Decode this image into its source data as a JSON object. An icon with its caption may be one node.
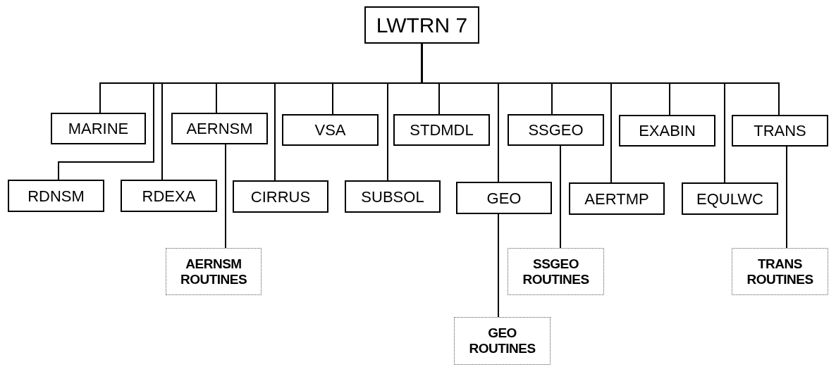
{
  "diagram": {
    "nodes": [
      {
        "text": [
          "LWTRN 7"
        ]
      },
      {
        "text": [
          "MARINE"
        ]
      },
      {
        "text": [
          "AERNSM"
        ]
      },
      {
        "text": [
          "VSA"
        ]
      },
      {
        "text": [
          "STDMDL"
        ]
      },
      {
        "text": [
          "SSGEO"
        ]
      },
      {
        "text": [
          "EXABIN"
        ]
      },
      {
        "text": [
          "TRANS"
        ]
      },
      {
        "text": [
          "RDNSM"
        ]
      },
      {
        "text": [
          "RDEXA"
        ]
      },
      {
        "text": [
          "CIRRUS"
        ]
      },
      {
        "text": [
          "SUBSOL"
        ]
      },
      {
        "text": [
          "GEO"
        ]
      },
      {
        "text": [
          "AERTMP"
        ]
      },
      {
        "text": [
          "EQULWC"
        ]
      },
      {
        "text": [
          "AERNSM ROUTINES"
        ]
      },
      {
        "text": [
          "SSGEO ROUTINES"
        ]
      },
      {
        "text": [
          "TRANS ROUTINES"
        ]
      },
      {
        "text": [
          "GEO ROUTINES"
        ]
      }
    ],
    "edges": [
      {
        "from": 0,
        "to": 1,
        "arrow": "none"
      },
      {
        "from": 0,
        "to": 2,
        "arrow": "none"
      },
      {
        "from": 0,
        "to": 3,
        "arrow": "none"
      },
      {
        "from": 0,
        "to": 4,
        "arrow": "none"
      },
      {
        "from": 0,
        "to": 5,
        "arrow": "none"
      },
      {
        "from": 0,
        "to": 6,
        "arrow": "none"
      },
      {
        "from": 0,
        "to": 7,
        "arrow": "none"
      },
      {
        "from": 0,
        "to": 8,
        "arrow": "none"
      },
      {
        "from": 0,
        "to": 9,
        "arrow": "none"
      },
      {
        "from": 0,
        "to": 10,
        "arrow": "none"
      },
      {
        "from": 0,
        "to": 11,
        "arrow": "none"
      },
      {
        "from": 0,
        "to": 12,
        "arrow": "none"
      },
      {
        "from": 0,
        "to": 13,
        "arrow": "none"
      },
      {
        "from": 0,
        "to": 14,
        "arrow": "none"
      },
      {
        "from": 2,
        "to": 15,
        "arrow": "none"
      },
      {
        "from": 5,
        "to": 16,
        "arrow": "none"
      },
      {
        "from": 7,
        "to": 17,
        "arrow": "none"
      },
      {
        "from": 12,
        "to": 18,
        "arrow": "none"
      }
    ]
  }
}
